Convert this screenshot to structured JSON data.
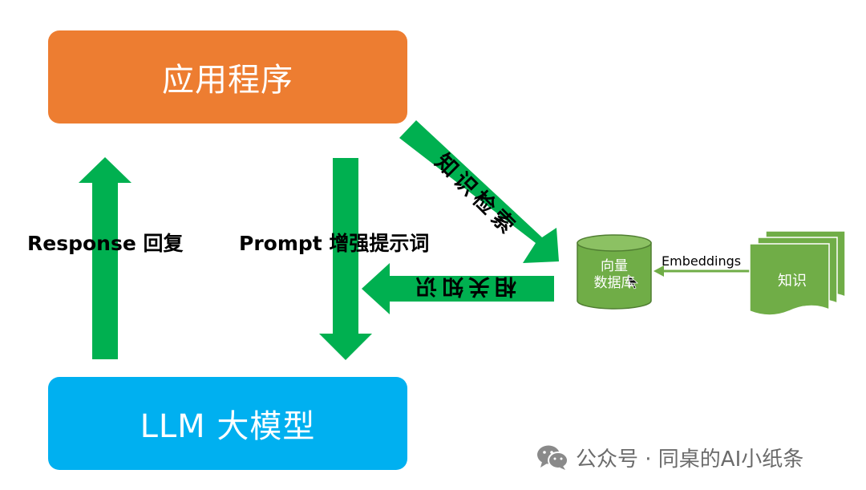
{
  "boxes": {
    "app": "应用程序",
    "llm": "LLM 大模型"
  },
  "arrows": {
    "response": "Response 回复",
    "prompt": "Prompt 增强提示词",
    "retrieve": "知识检索",
    "related": "相关知识",
    "embeddings": "Embeddings"
  },
  "db": {
    "line1": "向量",
    "line2": "数据库"
  },
  "knowledge": "知识",
  "footer": "公众号 · 同桌的AI小纸条",
  "colors": {
    "app": "#ED7D31",
    "llm": "#00B0F0",
    "arrow_green": "#00B050",
    "db_green": "#70AD47",
    "db_border": "#507E32"
  }
}
